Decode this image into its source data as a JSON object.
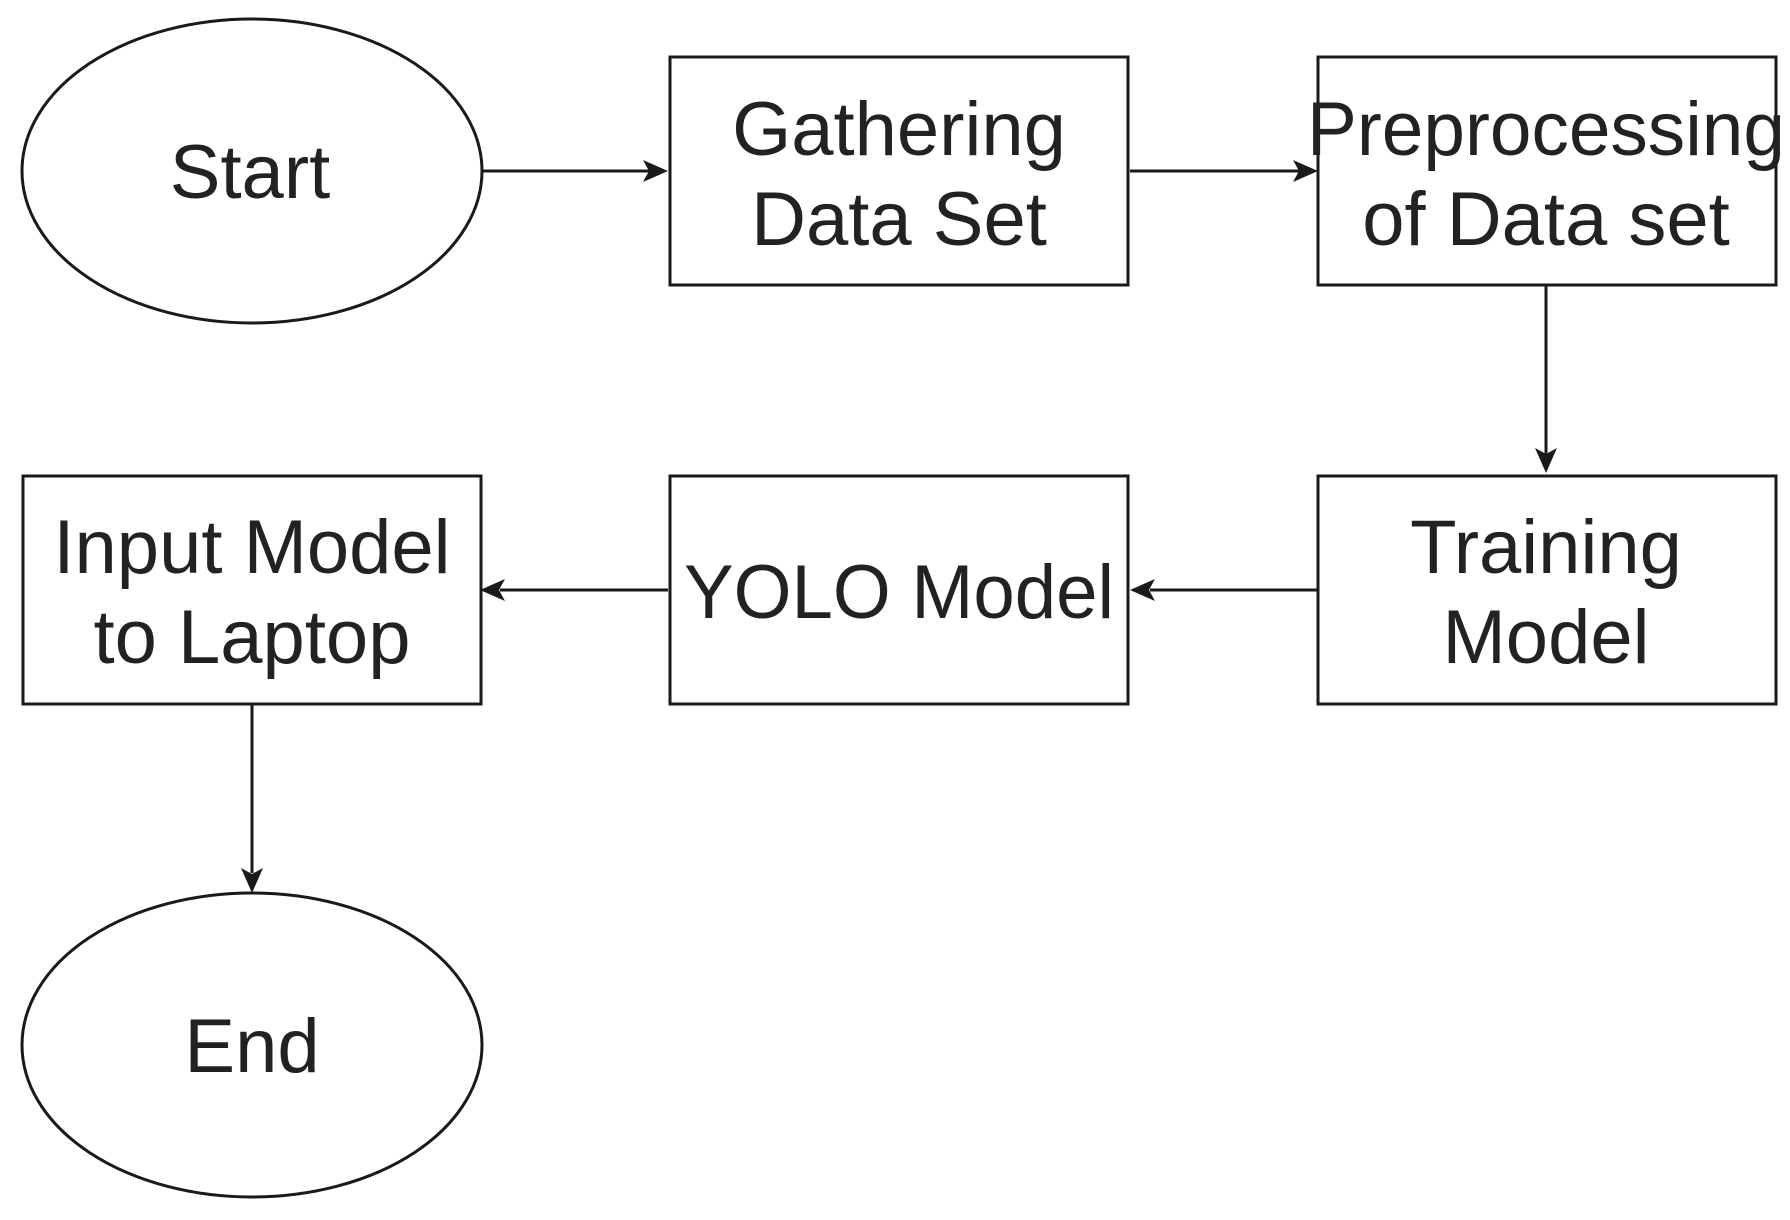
{
  "nodes": {
    "start": {
      "label": "Start"
    },
    "gathering": {
      "lines": [
        "Gathering",
        "Data Set"
      ]
    },
    "preprocessing": {
      "lines": [
        "Preprocessing",
        "of Data set"
      ]
    },
    "training": {
      "lines": [
        "Training",
        "Model"
      ]
    },
    "yolo": {
      "label": "YOLO Model"
    },
    "input": {
      "lines": [
        "Input Model",
        "to Laptop"
      ]
    },
    "end": {
      "label": "End"
    }
  }
}
